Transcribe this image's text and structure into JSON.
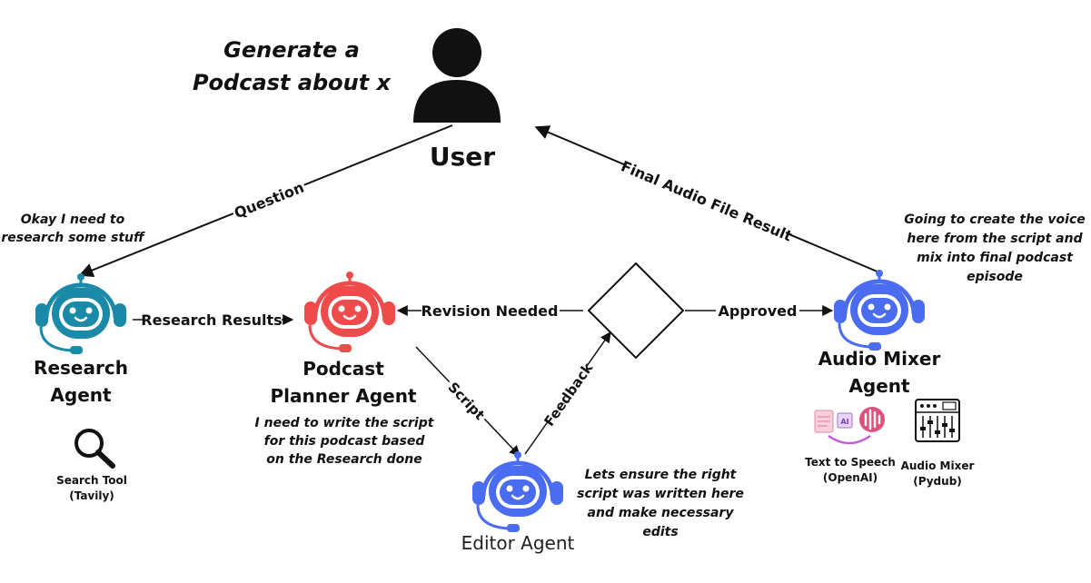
{
  "user": {
    "label": "User",
    "prompt_lines": [
      "Generate a",
      "Podcast about x"
    ]
  },
  "research_agent": {
    "name_lines": [
      "Research",
      "Agent"
    ],
    "thought_lines": [
      "Okay I need to",
      "research some stuff"
    ],
    "tool_lines": [
      "Search Tool",
      "(Tavily)"
    ],
    "color": "#1a8aa8"
  },
  "planner_agent": {
    "name_lines": [
      "Podcast",
      "Planner Agent"
    ],
    "thought_lines": [
      "I need to write the script",
      "for this podcast based",
      "on the Research done"
    ],
    "color": "#ef4b4b"
  },
  "editor_agent": {
    "name": "Editor Agent",
    "thought_lines": [
      "Lets ensure the right",
      "script was written here",
      "and make necessary",
      "edits"
    ],
    "color": "#4a6cf0"
  },
  "mixer_agent": {
    "name_lines": [
      "Audio Mixer",
      "Agent"
    ],
    "thought_lines": [
      "Going to create the voice",
      "here from the script and",
      "mix into final podcast",
      "episode"
    ],
    "color": "#4a6cf0",
    "tts_lines": [
      "Text to Speech",
      "(OpenAI)"
    ],
    "tts_badge": "AI",
    "mixer_tool_lines": [
      "Audio Mixer",
      "(Pydub)"
    ]
  },
  "edges": {
    "question": "Question",
    "research_results": "Research Results",
    "revision_needed": "Revision Needed",
    "approved": "Approved",
    "script": "Script",
    "feedback": "Feedback",
    "final_result": "Final Audio File Result"
  }
}
